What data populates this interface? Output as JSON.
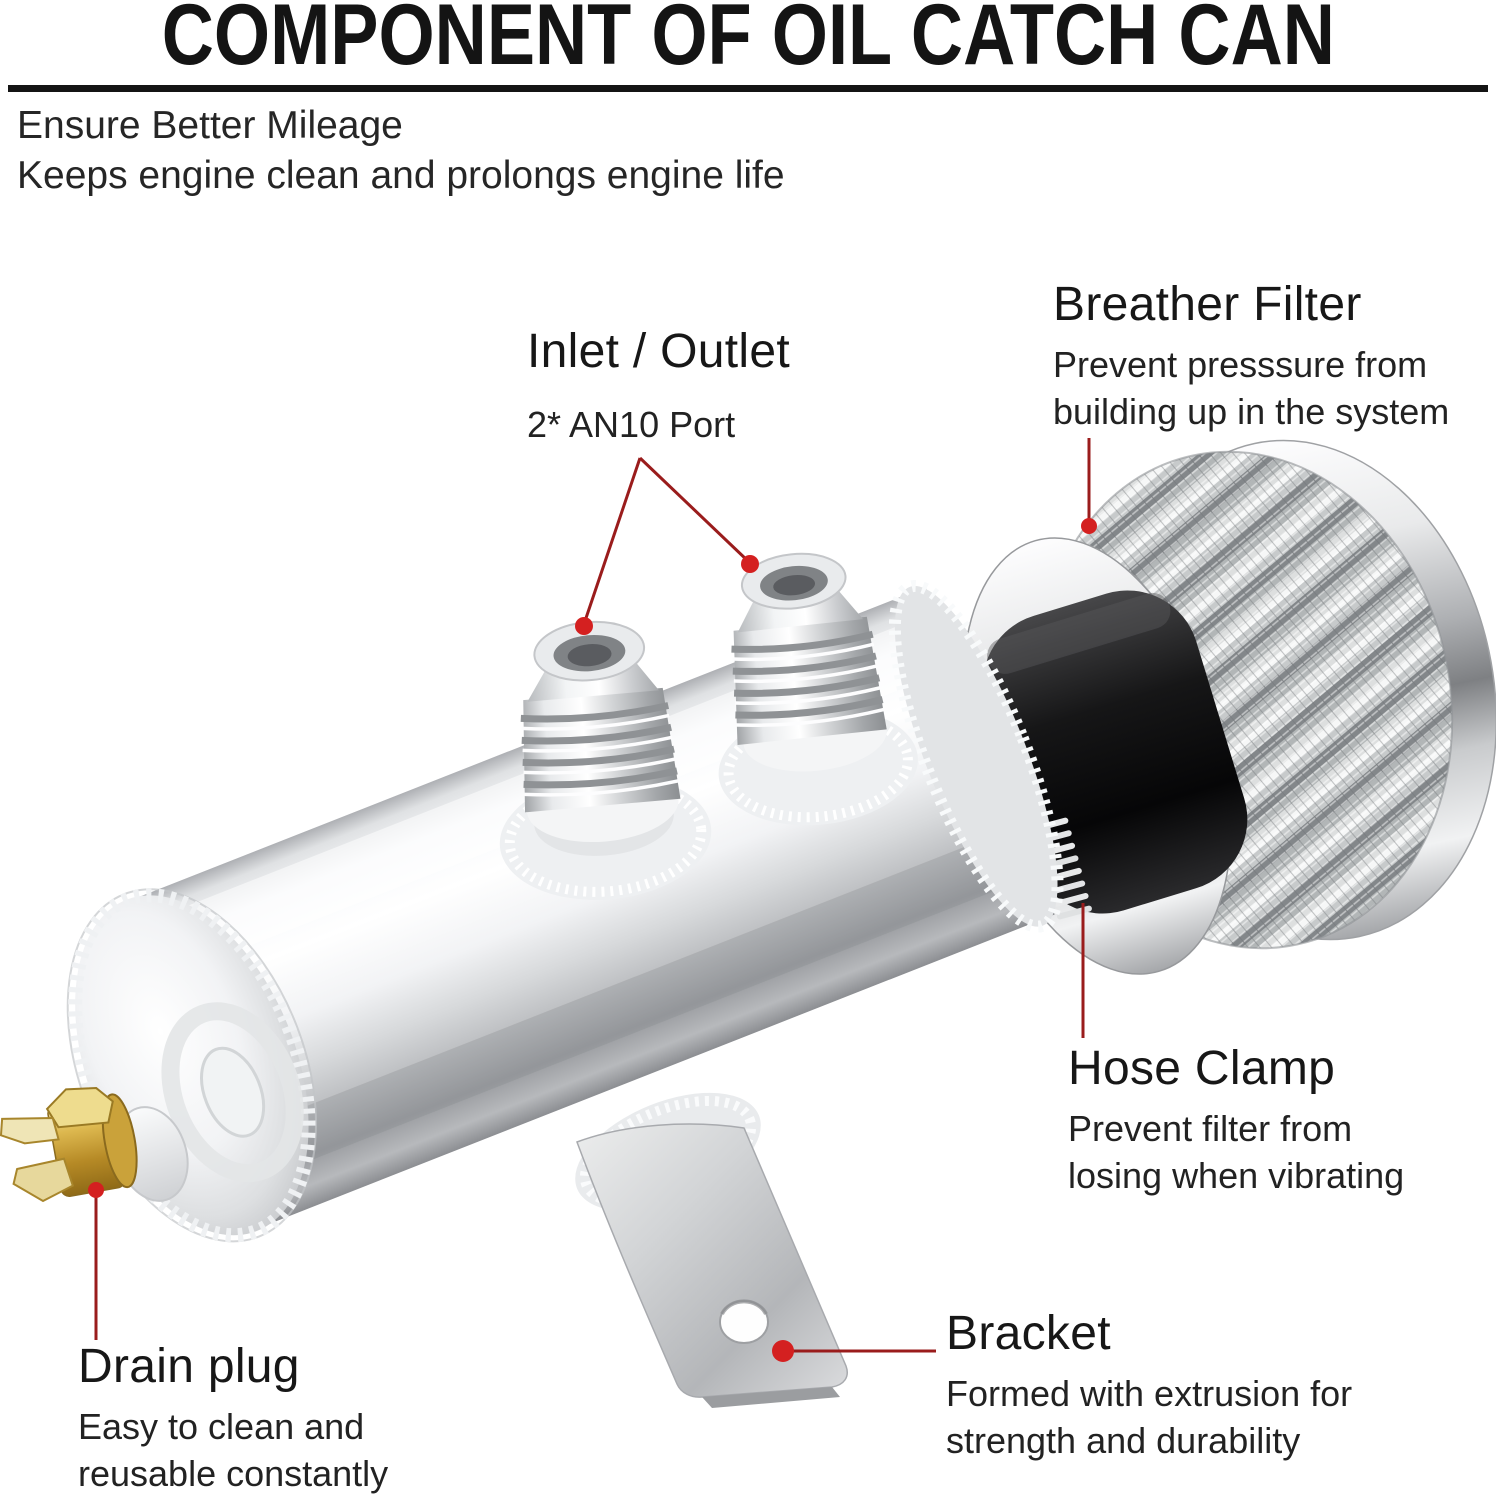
{
  "header": {
    "title": "COMPONENT OF OIL CATCH CAN",
    "tagline_1": "Ensure Better Mileage",
    "tagline_2": "Keeps engine clean and prolongs engine life"
  },
  "callouts": {
    "inlet_outlet": {
      "title": "Inlet / Outlet",
      "lines": [
        "2* AN10 Port"
      ]
    },
    "breather_filter": {
      "title": "Breather Filter",
      "lines": [
        "Prevent presssure from",
        "building up in the system"
      ]
    },
    "hose_clamp": {
      "title": "Hose Clamp",
      "lines": [
        "Prevent filter from",
        "losing when vibrating"
      ]
    },
    "bracket": {
      "title": "Bracket",
      "lines": [
        "Formed with extrusion for",
        "strength and durability"
      ]
    },
    "drain_plug": {
      "title": "Drain plug",
      "lines": [
        "Easy to clean and",
        "reusable constantly"
      ]
    }
  },
  "colors": {
    "annotation_line": "#9a1c1c",
    "annotation_dot": "#d42020",
    "title_text": "#141414",
    "body_text": "#222222"
  }
}
